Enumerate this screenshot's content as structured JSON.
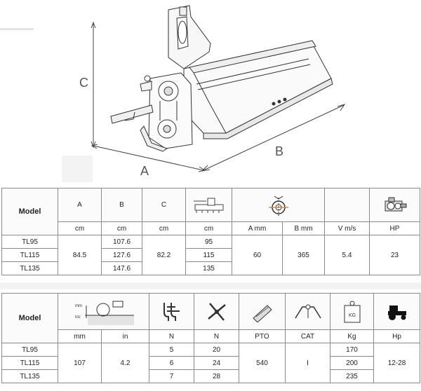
{
  "drawing": {
    "dim_a": "A",
    "dim_b": "B",
    "dim_c": "C"
  },
  "table1": {
    "model_header": "Model",
    "col_headers": [
      "A",
      "B",
      "C"
    ],
    "icons": [
      "tiller-side-icon",
      "shaft-section-icon",
      "gearbox-icon"
    ],
    "units": [
      "cm",
      "cm",
      "cm",
      "cm",
      "A mm",
      "B mm",
      "V m/s",
      "HP"
    ],
    "models": [
      "TL95",
      "TL115",
      "TL135"
    ],
    "a_cm": "84.5",
    "b_cm": [
      "107.6",
      "127.6",
      "147.6"
    ],
    "c_cm": "82.2",
    "width_cm": [
      "95",
      "115",
      "135"
    ],
    "a_mm": "60",
    "b_mm": "365",
    "v_ms": "5.4",
    "hp": "23"
  },
  "table2": {
    "model_header": "Model",
    "icons": [
      "depth-gauge-icon",
      "rotor-flange-icon",
      "blade-cross-icon",
      "pto-shaft-icon",
      "three-point-hitch-icon",
      "weight-icon",
      "tractor-icon"
    ],
    "units": [
      "mm",
      "in",
      "N",
      "N",
      "PTO",
      "CAT",
      "Kg",
      "Hp"
    ],
    "models": [
      "TL95",
      "TL115",
      "TL135"
    ],
    "depth_mm": "107",
    "depth_in": "4.2",
    "flanges_n": [
      "5",
      "6",
      "7"
    ],
    "blades_n": [
      "20",
      "24",
      "28"
    ],
    "pto": "540",
    "cat": "I",
    "weight_kg": [
      "170",
      "200",
      "235"
    ],
    "hp_range": "12-28",
    "depth_icon_labels": [
      "mm",
      "inc"
    ],
    "weight_icon_label": "KG"
  }
}
